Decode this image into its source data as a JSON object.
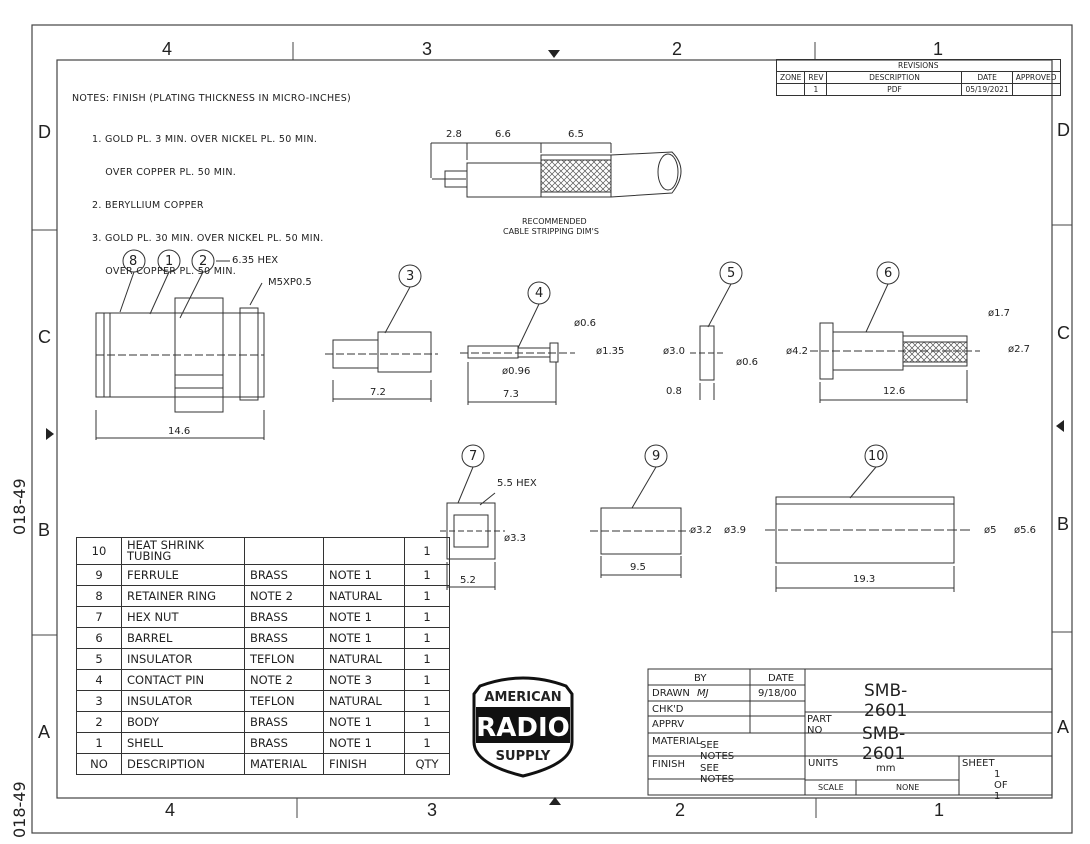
{
  "zones_top": [
    "4",
    "3",
    "2",
    "1"
  ],
  "zones_bottom": [
    "4",
    "3",
    "2",
    "1"
  ],
  "zones_left": [
    "D",
    "C",
    "B",
    "A"
  ],
  "zones_right": [
    "D",
    "C",
    "B",
    "A"
  ],
  "side_labels": [
    "018-49",
    "018-49"
  ],
  "notes": {
    "heading": "NOTES: FINISH (PLATING THICKNESS IN MICRO-INCHES)",
    "lines": [
      "1. GOLD PL. 3 MIN. OVER NICKEL PL. 50 MIN.",
      "    OVER COPPER PL. 50 MIN.",
      "2. BERYLLIUM COPPER",
      "3. GOLD PL. 30 MIN. OVER NICKEL PL. 50 MIN.",
      "    OVER COPPER PL. 50 MIN."
    ]
  },
  "revisions": {
    "title": "REVISIONS",
    "headers": [
      "ZONE",
      "REV",
      "DESCRIPTION",
      "DATE",
      "APPROVED"
    ],
    "rows": [
      [
        "",
        "1",
        "PDF",
        "05/19/2021",
        ""
      ]
    ]
  },
  "stripping": {
    "dims": [
      "2.8",
      "6.6",
      "6.5"
    ],
    "caption1": "RECOMMENDED",
    "caption2": "CABLE STRIPPING DIM'S"
  },
  "callouts": {
    "c1": "1",
    "c2": "2",
    "c3": "3",
    "c4": "4",
    "c5": "5",
    "c6": "6",
    "c7": "7",
    "c8": "8",
    "c9": "9",
    "c10": "10"
  },
  "dims": {
    "hex635": "6.35 HEX",
    "thread": "M5XP0.5",
    "shell_len": "14.6",
    "barrel_len": "7.2",
    "pin_d1": "ø0.6",
    "pin_d2": "ø1.35",
    "pin_d3": "ø0.96",
    "pin_len": "7.3",
    "ins_d1": "ø3.0",
    "ins_d2": "ø0.6",
    "ins_len": "0.8",
    "fer_d1": "ø1.7",
    "fer_d2": "ø4.2",
    "fer_d3": "ø2.7",
    "fer_len": "12.6",
    "nut_hex": "5.5 HEX",
    "nut_d": "ø3.3",
    "nut_len": "5.2",
    "r9_d1": "ø3.2",
    "r9_d2": "ø3.9",
    "r9_len": "9.5",
    "t10_d1": "ø5",
    "t10_d2": "ø5.6",
    "t10_len": "19.3"
  },
  "bom": [
    [
      "10",
      "HEAT SHRINK\nTUBING",
      "",
      "",
      "1"
    ],
    [
      "9",
      "FERRULE",
      "BRASS",
      "NOTE 1",
      "1"
    ],
    [
      "8",
      "RETAINER RING",
      "NOTE 2",
      "NATURAL",
      "1"
    ],
    [
      "7",
      "HEX NUT",
      "BRASS",
      "NOTE 1",
      "1"
    ],
    [
      "6",
      "BARREL",
      "BRASS",
      "NOTE 1",
      "1"
    ],
    [
      "5",
      "INSULATOR",
      "TEFLON",
      "NATURAL",
      "1"
    ],
    [
      "4",
      "CONTACT PIN",
      "NOTE 2",
      "NOTE 3",
      "1"
    ],
    [
      "3",
      "INSULATOR",
      "TEFLON",
      "NATURAL",
      "1"
    ],
    [
      "2",
      "BODY",
      "BRASS",
      "NOTE 1",
      "1"
    ],
    [
      "1",
      "SHELL",
      "BRASS",
      "NOTE 1",
      "1"
    ],
    [
      "NO",
      "DESCRIPTION",
      "MATERIAL",
      "FINISH",
      "QTY"
    ]
  ],
  "logo": {
    "line1": "AMERICAN",
    "line2": "RADIO",
    "line3": "SUPPLY"
  },
  "titleblock": {
    "by": "BY",
    "date": "DATE",
    "drawn": "DRAWN",
    "drawn_by": "MJ",
    "drawn_date": "9/18/00",
    "chkd": "CHK'D",
    "apprv": "APPRV",
    "material": "MATERIAL",
    "material_val": "SEE NOTES",
    "finish": "FINISH",
    "finish_val": "SEE NOTES",
    "title": "SMB-2601",
    "part_no": "PART NO",
    "part_val": "SMB-2601",
    "units": "UNITS",
    "units_val": "mm",
    "sheet": "SHEET",
    "sheet_val": "1 OF 1",
    "scale": "SCALE",
    "scale_val": "NONE"
  }
}
